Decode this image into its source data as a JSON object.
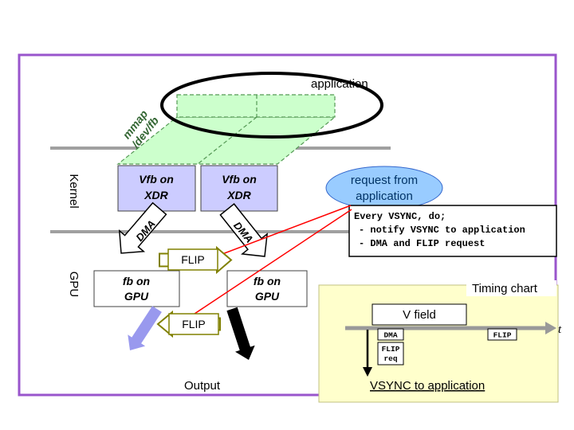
{
  "labels": {
    "application": "application",
    "mmap_line1": "mmap",
    "mmap_line2": "/dev/fb",
    "kernel": "Kernel",
    "gpu": "GPU",
    "dma": "DMA",
    "flip": "FLIP",
    "output": "Output"
  },
  "vfb_box": {
    "line1": "Vfb on",
    "line2": "XDR"
  },
  "fb_box": {
    "line1": "fb on",
    "line2": "GPU"
  },
  "bubble": {
    "line1": "request from",
    "line2": "application"
  },
  "note": {
    "line1": "Every VSYNC, do;",
    "line2": "- notify VSYNC to application",
    "line3": "- DMA and FLIP request"
  },
  "timing": {
    "title": "Timing chart",
    "v_field": "V field",
    "t": "t",
    "dma": "DMA",
    "flip": "FLIP",
    "flip_req_line1": "FLIP",
    "flip_req_line2": "req",
    "vsync": "VSYNC to application"
  },
  "colors": {
    "border_purple": "#9955cc",
    "vfb_fill": "#ccccff",
    "green_fill": "#ccffcc",
    "green_stroke": "#559955",
    "bubble_fill": "#99ccff",
    "timing_fill": "#ffffcc",
    "olive": "#808000",
    "red": "#ff0000",
    "lavender_arrow": "#9999ee"
  }
}
